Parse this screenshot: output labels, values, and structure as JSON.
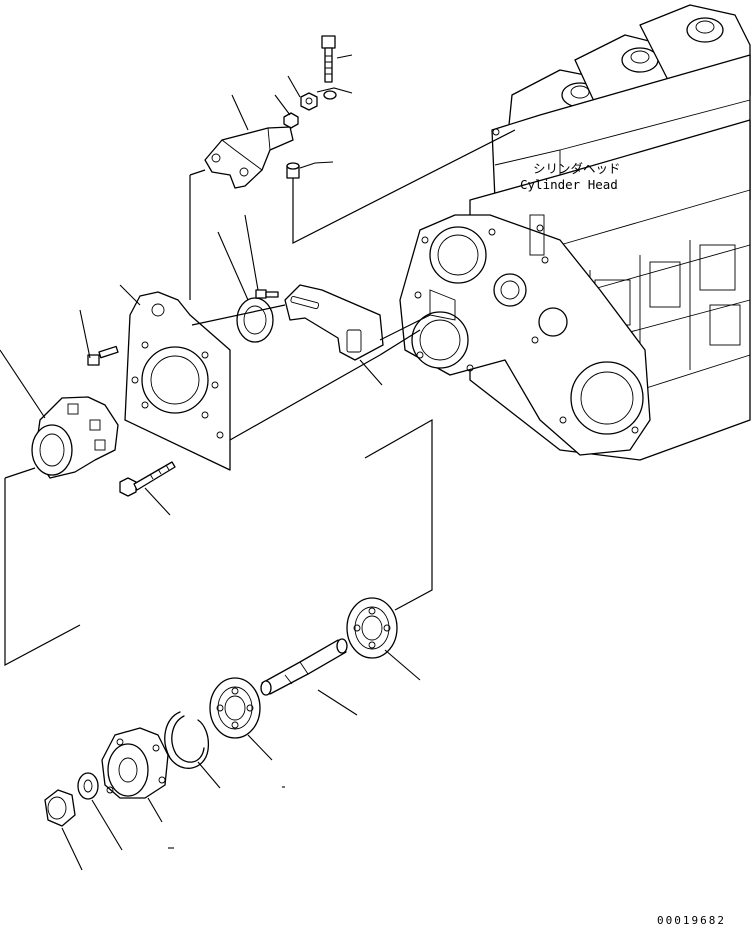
{
  "diagram": {
    "callout_label": {
      "japanese": "シリンダヘッド",
      "english": "Cylinder Head"
    },
    "drawing_number": "00019682"
  }
}
